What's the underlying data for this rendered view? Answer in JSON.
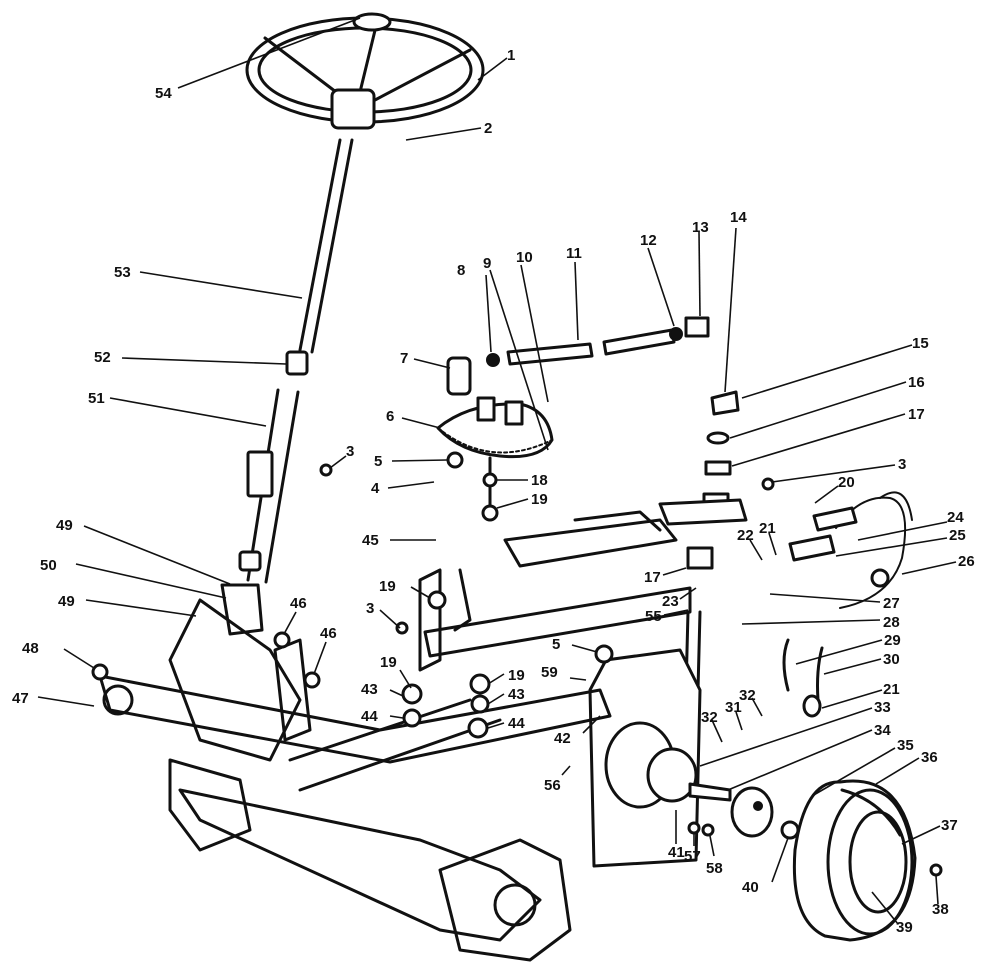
{
  "callouts": [
    "1",
    "2",
    "3",
    "3",
    "3",
    "4",
    "5",
    "5",
    "6",
    "7",
    "8",
    "9",
    "10",
    "11",
    "12",
    "13",
    "14",
    "15",
    "16",
    "17",
    "17",
    "18",
    "19",
    "19",
    "19",
    "19",
    "20",
    "21",
    "21",
    "22",
    "23",
    "24",
    "25",
    "26",
    "27",
    "28",
    "29",
    "30",
    "31",
    "32",
    "32",
    "33",
    "34",
    "35",
    "36",
    "37",
    "38",
    "39",
    "40",
    "41",
    "42",
    "43",
    "43",
    "44",
    "44",
    "45",
    "46",
    "46",
    "47",
    "48",
    "49",
    "49",
    "50",
    "51",
    "52",
    "53",
    "54",
    "55",
    "56",
    "57",
    "58",
    "59"
  ]
}
